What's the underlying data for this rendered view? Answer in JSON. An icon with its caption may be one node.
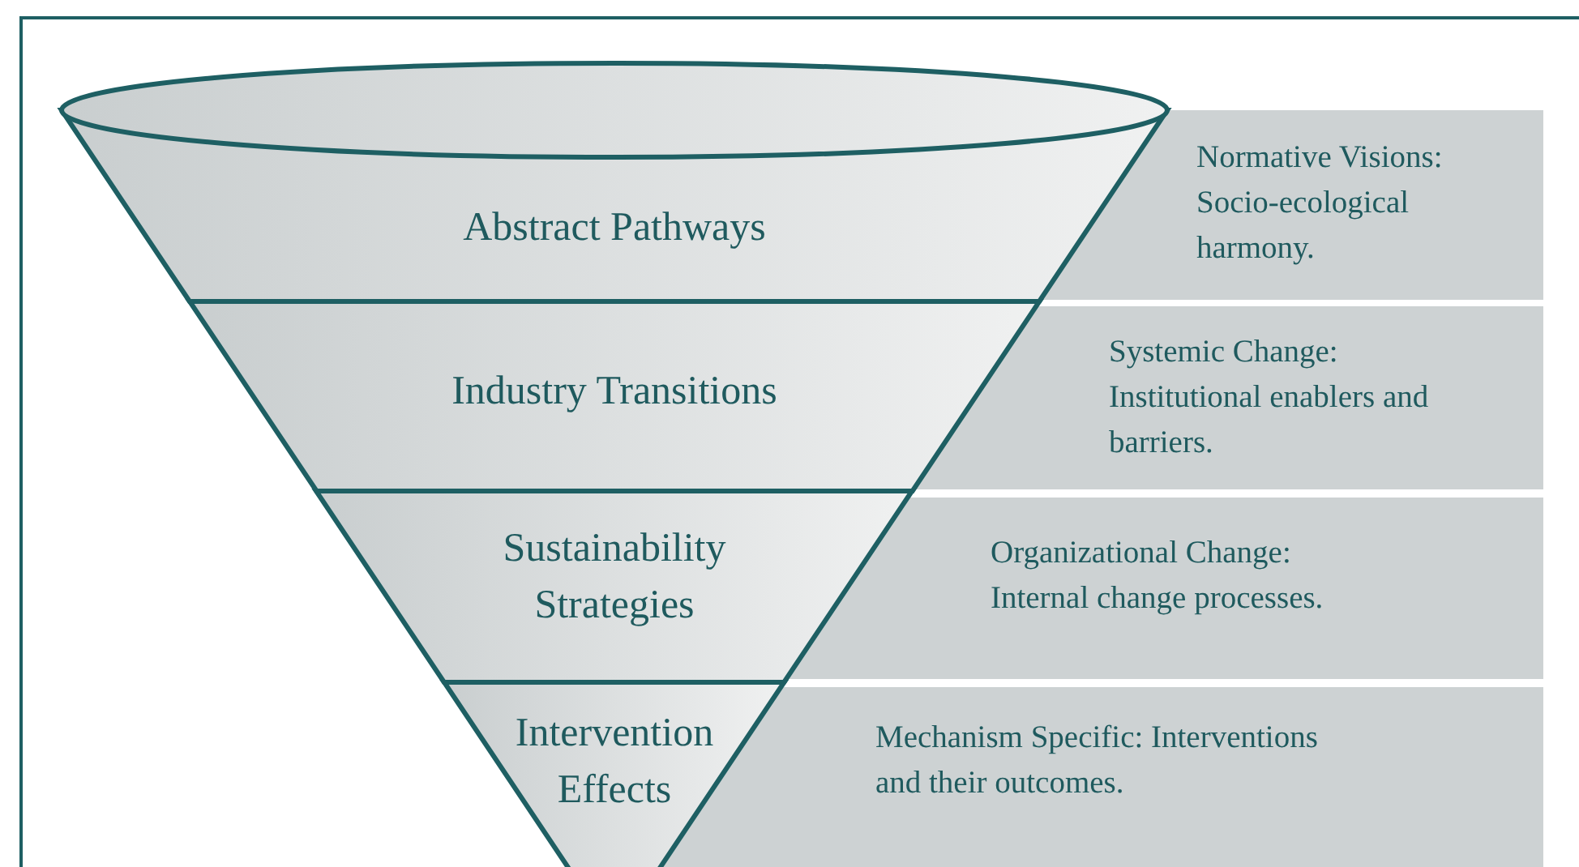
{
  "diagram": {
    "nodes": [
      {
        "text": [
          "Abstract Pathways"
        ]
      },
      {
        "text": [
          "Industry Transitions"
        ]
      },
      {
        "text": [
          "Sustainability Strategies"
        ]
      },
      {
        "text": [
          "Intervention Effects"
        ]
      },
      {
        "text": [
          "Normative Visions: Socio-ecological harmony."
        ]
      },
      {
        "text": [
          "Systemic Change: Institutional enablers and barriers."
        ]
      },
      {
        "text": [
          "Organizational Change: Internal change processes."
        ]
      },
      {
        "text": [
          "Mechanism Specific: Interventions and their outcomes."
        ]
      }
    ],
    "edges": []
  }
}
